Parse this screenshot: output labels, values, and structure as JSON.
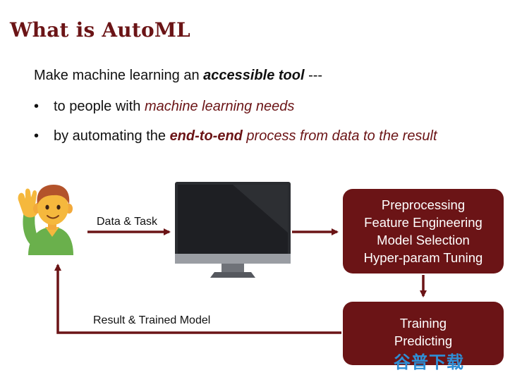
{
  "slide": {
    "title": "What is AutoML",
    "lead": {
      "prefix": "Make machine learning an ",
      "emphasis": "accessible tool",
      "suffix": " ---"
    },
    "bullets": [
      {
        "marker": "•",
        "prefix": "to people with ",
        "emphasis": "machine learning needs"
      },
      {
        "marker": "•",
        "prefix": "by automating the ",
        "strong": "end-to-end",
        "emphasis": " process from data to the result"
      }
    ]
  },
  "diagram": {
    "edge_data_task": "Data & Task",
    "edge_result": "Result & Trained Model",
    "process_box": [
      "Preprocessing",
      "Feature Engineering",
      "Model Selection",
      "Hyper-param Tuning"
    ],
    "train_box": [
      "Training",
      "Predicting"
    ],
    "icons": [
      "person-waving-icon",
      "computer-monitor-icon"
    ],
    "accent_color": "#6b1416"
  },
  "watermark": "谷普下载"
}
